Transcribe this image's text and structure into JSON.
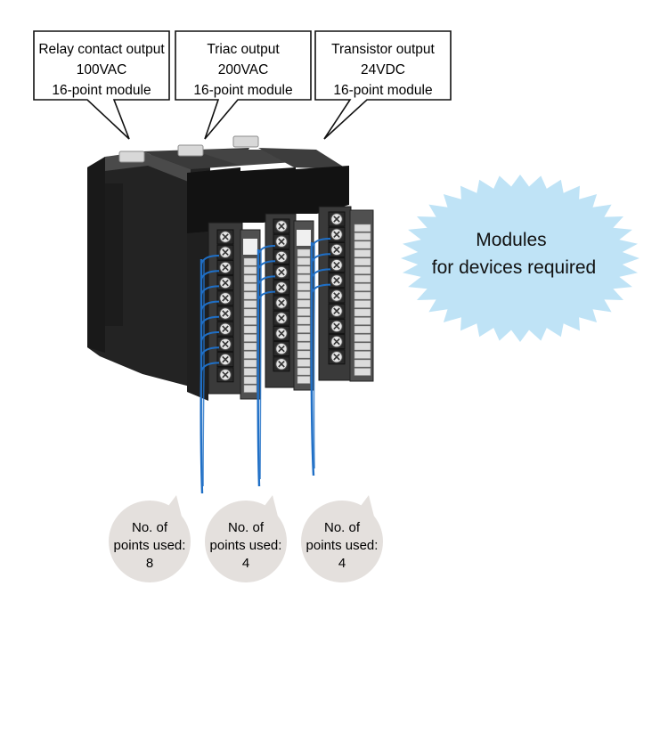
{
  "callouts": [
    {
      "lines": [
        "Relay contact output",
        "100VAC",
        "16-point module"
      ]
    },
    {
      "lines": [
        "Triac output",
        "200VAC",
        "16-point module"
      ]
    },
    {
      "lines": [
        "Transistor output",
        "24VDC",
        "16-point module"
      ]
    }
  ],
  "cloud": {
    "lines": [
      "Modules",
      "for devices required"
    ]
  },
  "usage_bubbles": [
    {
      "lines": [
        "No. of",
        "points used:",
        "8"
      ]
    },
    {
      "lines": [
        "No. of",
        "points used:",
        "4"
      ]
    },
    {
      "lines": [
        "No. of",
        "points used:",
        "4"
      ]
    }
  ],
  "colors": {
    "cloud_fill": "#bfe3f6",
    "bubble_fill": "#e4e0dd",
    "wire": "#1f6fc6",
    "module_body": "#2b2b2b",
    "terminal_block": "#3a3a3a"
  }
}
